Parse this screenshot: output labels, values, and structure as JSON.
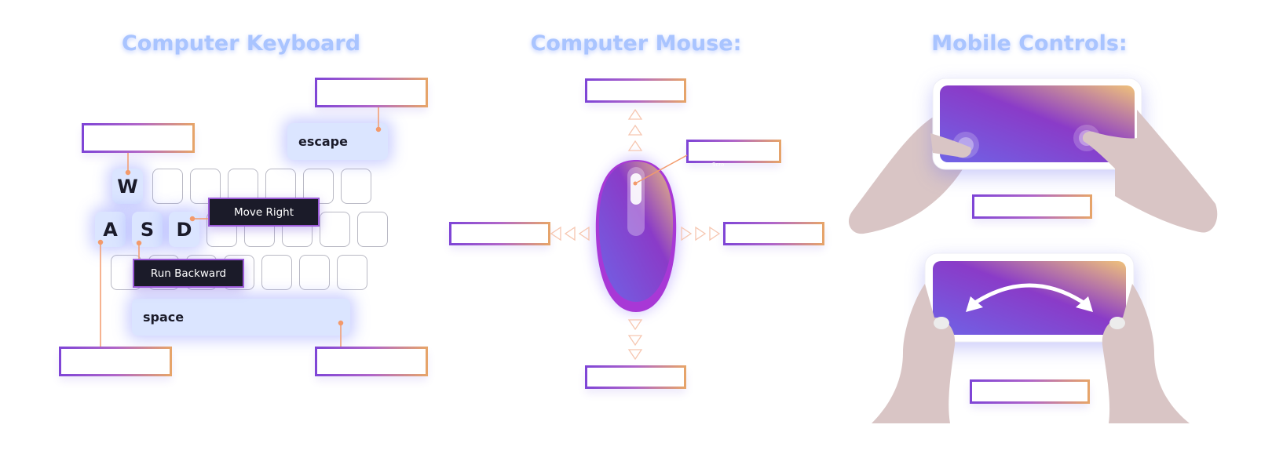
{
  "sections": {
    "keyboard_title": "Computer Keyboard",
    "mouse_title": "Computer Mouse:",
    "mobile_title": "Mobile Controls:"
  },
  "keyboard": {
    "keys": {
      "w": "W",
      "a": "A",
      "s": "S",
      "d": "D",
      "escape": "escape",
      "space": "space"
    },
    "placed_labels": {
      "move_right": "Move Right",
      "run_backward": "Run Backward"
    }
  },
  "mouse": {
    "wheel_hint": "Scro"
  },
  "colors": {
    "title": "#a9c4ff",
    "dropzone_border": "#8b4fcf",
    "connector": "#f39a6b",
    "chip_bg": "#1b1b29",
    "key_highlight": "#dbe5ff",
    "gradient_start": "#6f63e6",
    "gradient_mid": "#8a3bc8",
    "gradient_end": "#f0c27a"
  },
  "icons": [
    "mouse-icon",
    "phone-icon",
    "hand-icon",
    "swipe-arrow-icon",
    "arrow-up-icon",
    "arrow-down-icon",
    "arrow-left-icon",
    "arrow-right-icon"
  ]
}
